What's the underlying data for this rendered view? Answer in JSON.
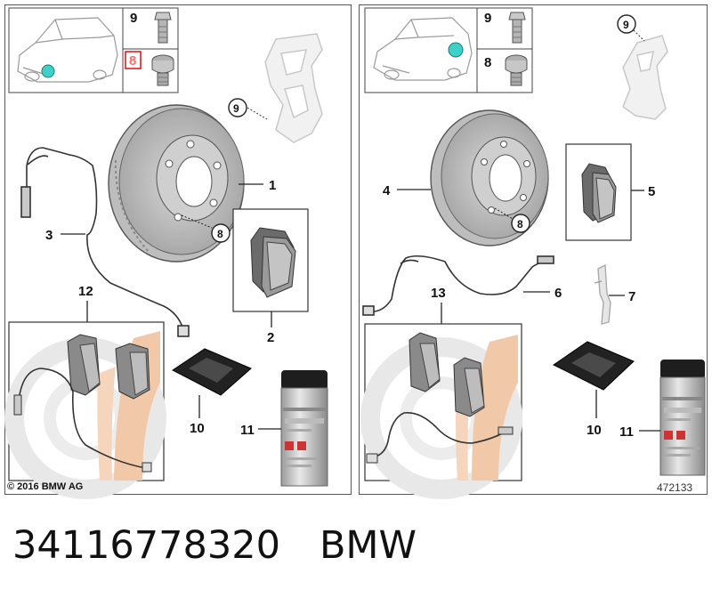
{
  "diagram": {
    "copyright": "© 2016 BMW AG",
    "reference_number": "472133",
    "left_panel": {
      "inset_labels": [
        "9",
        "8"
      ],
      "callouts": [
        "1",
        "2",
        "3",
        "8",
        "9",
        "10",
        "11",
        "12"
      ]
    },
    "right_panel": {
      "inset_labels": [
        "9",
        "8"
      ],
      "callouts": [
        "4",
        "5",
        "6",
        "7",
        "8",
        "9",
        "10",
        "11",
        "13"
      ]
    }
  },
  "caption": {
    "part_number": "34116778320",
    "brand": "BMW"
  }
}
